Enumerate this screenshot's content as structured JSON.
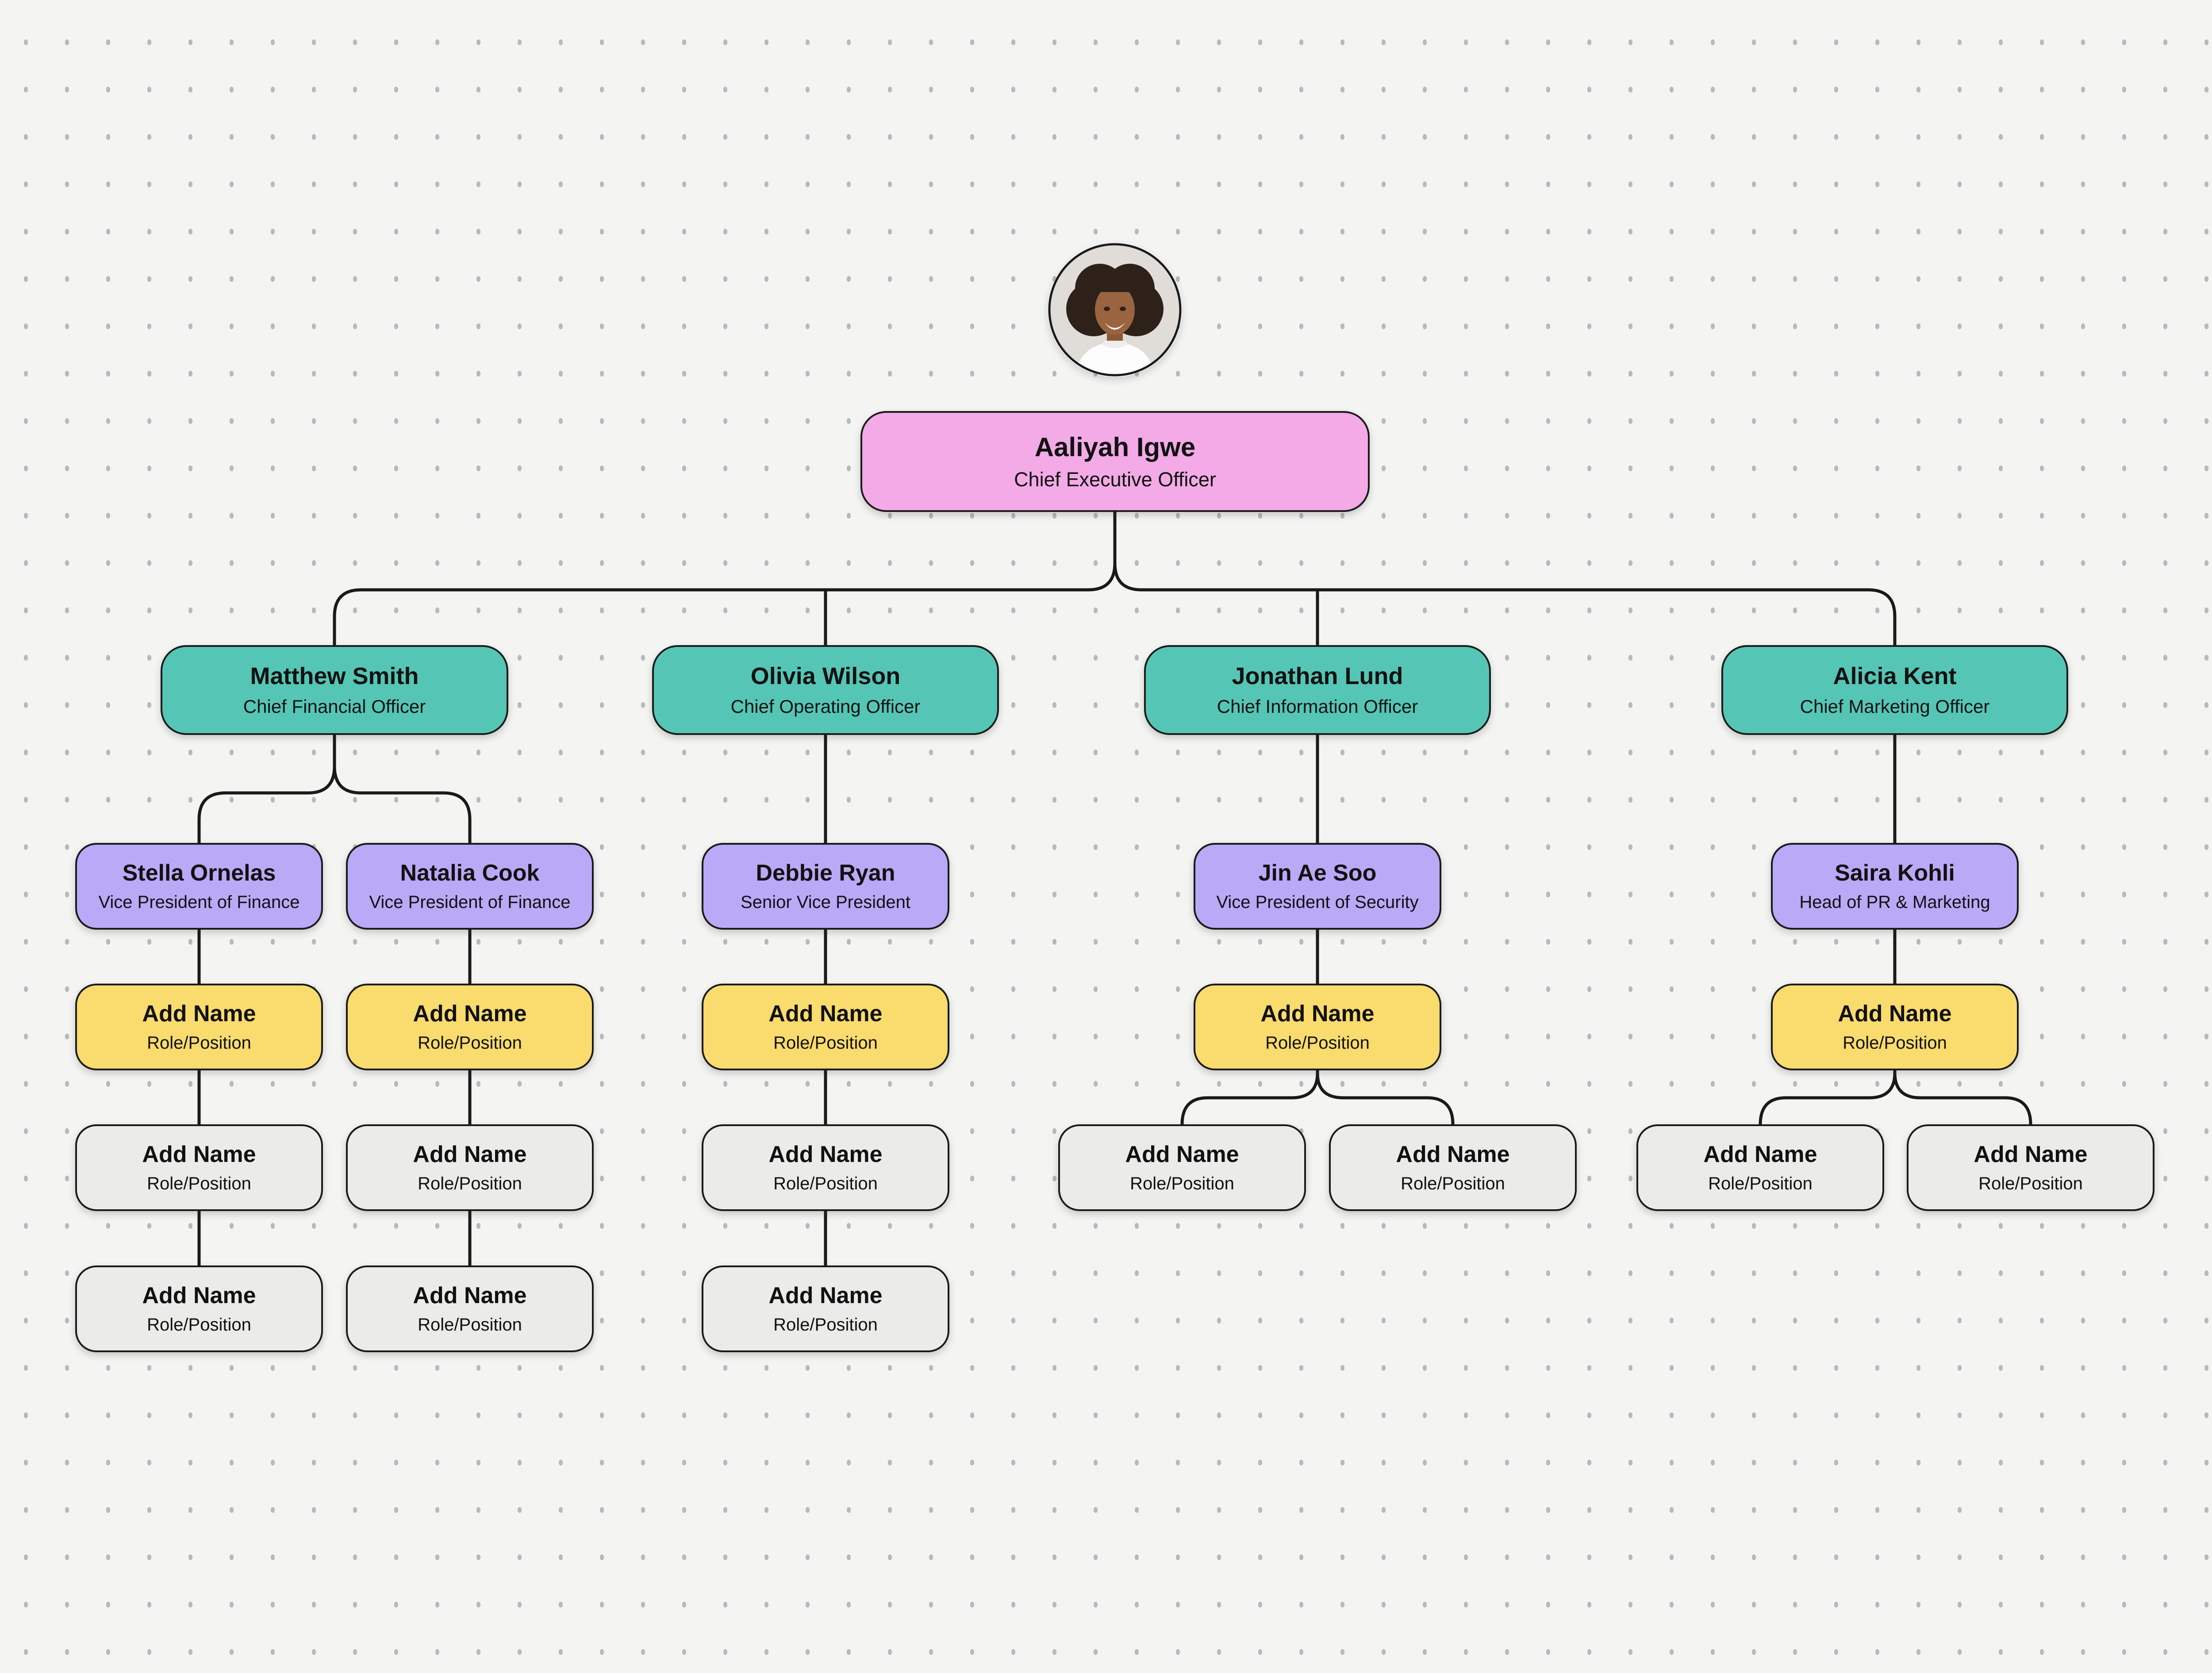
{
  "palette": {
    "bg": "#f4f4f2",
    "dot": "#b6babd",
    "line": "#1a1a1a",
    "text": "#111111",
    "pink": "#f3aae6",
    "teal": "#55c6b5",
    "purple": "#b9a9f7",
    "yellow": "#f9db6e",
    "gray": "#ebebe9",
    "avatar_bg": "#e0ddd9"
  },
  "nodes": {
    "ceo": {
      "name": "Aaliyah Igwe",
      "role": "Chief Executive Officer"
    },
    "cfo": {
      "name": "Matthew Smith",
      "role": "Chief Financial Officer"
    },
    "coo": {
      "name": "Olivia Wilson",
      "role": "Chief Operating Officer"
    },
    "cio": {
      "name": "Jonathan Lund",
      "role": "Chief Information Officer"
    },
    "cmo": {
      "name": "Alicia Kent",
      "role": "Chief Marketing Officer"
    },
    "vp_finance_1": {
      "name": "Stella Ornelas",
      "role": "Vice President of Finance"
    },
    "vp_finance_2": {
      "name": "Natalia Cook",
      "role": "Vice President of Finance"
    },
    "svp": {
      "name": "Debbie Ryan",
      "role": "Senior Vice President"
    },
    "vp_security": {
      "name": "Jin Ae Soo",
      "role": "Vice President of Security"
    },
    "head_pr_marketing": {
      "name": "Saira Kohli",
      "role": "Head of PR & Marketing"
    },
    "placeholder": {
      "name": "Add Name",
      "role": "Role/Position"
    }
  }
}
